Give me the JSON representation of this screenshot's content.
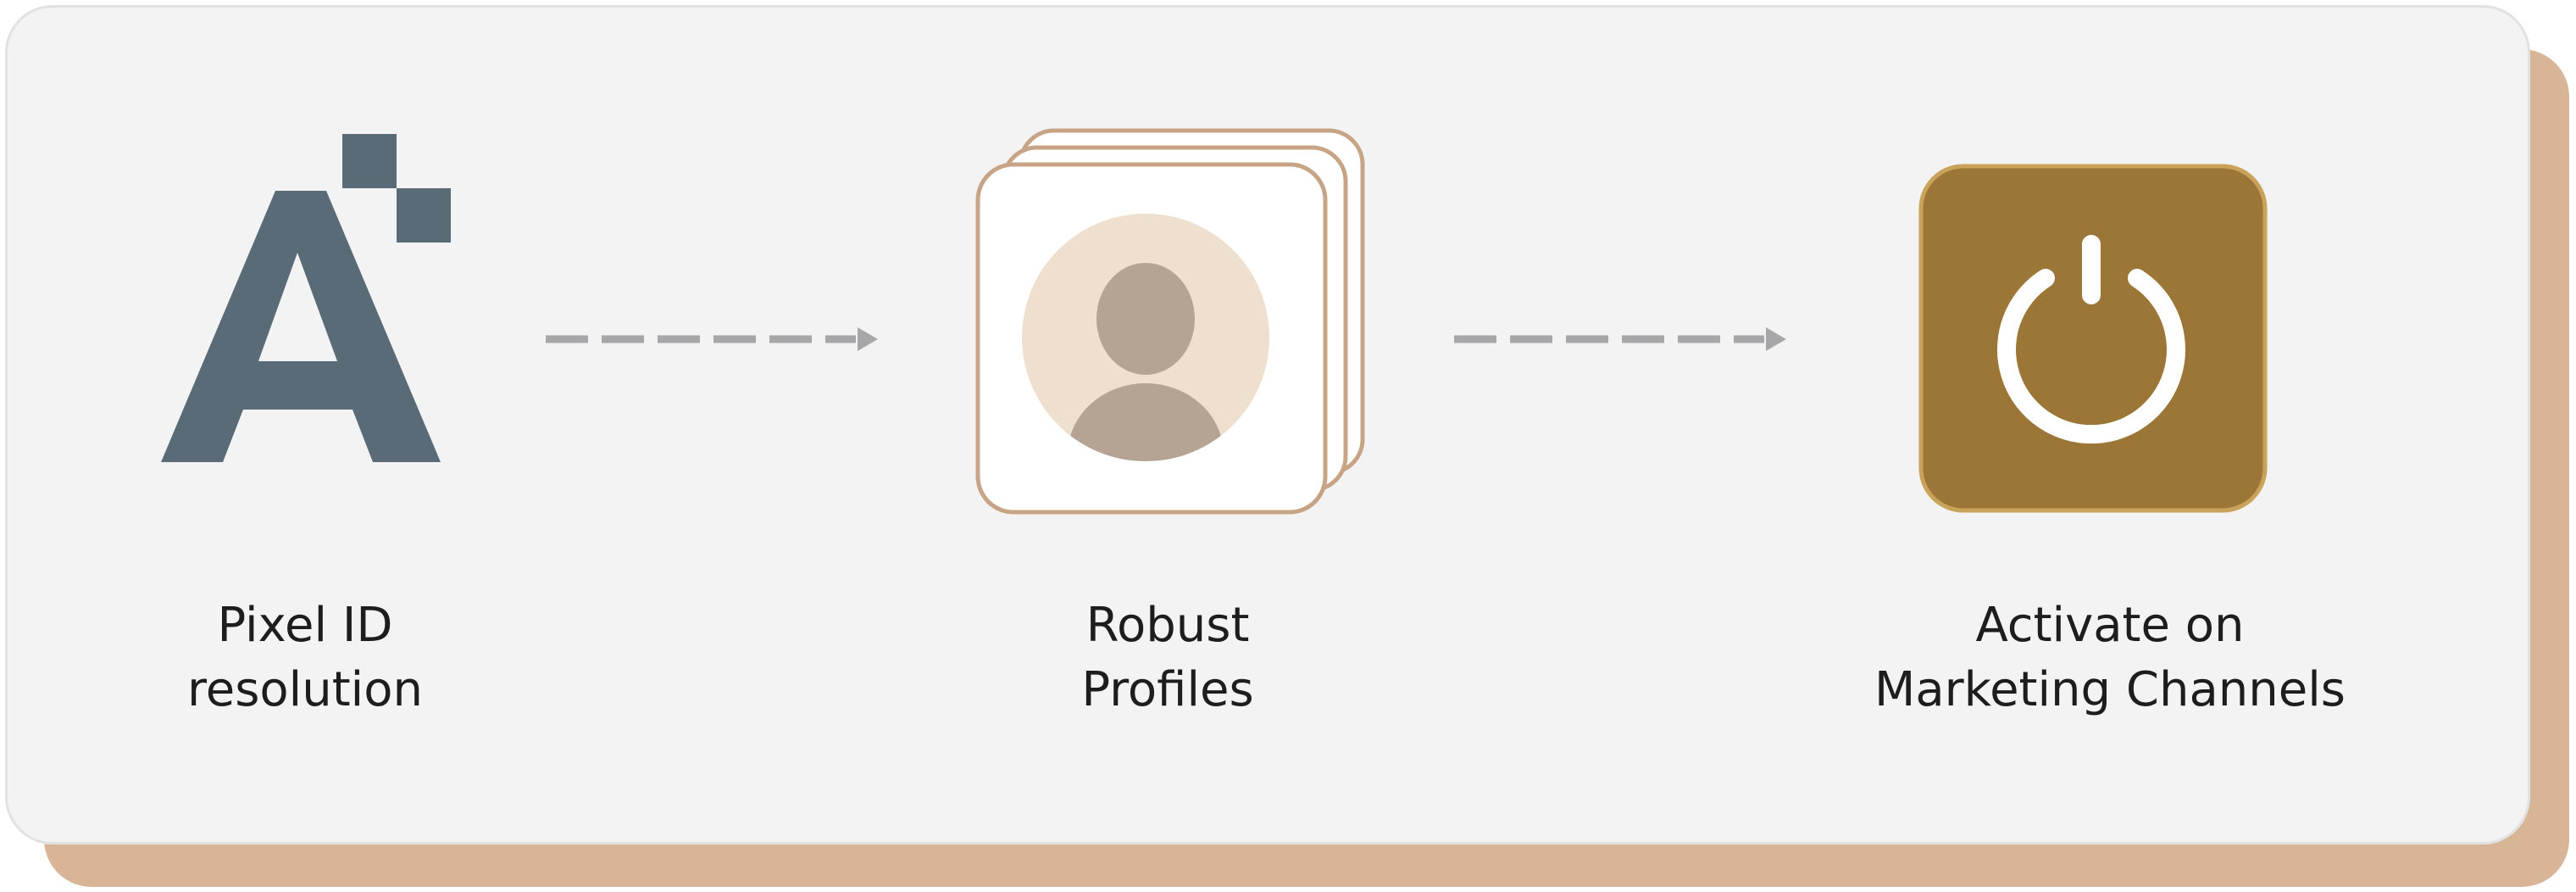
{
  "steps": [
    {
      "id": "pixel-id",
      "icon": "audience-a-logo-icon",
      "line1": "Pixel ID",
      "line2": "resolution"
    },
    {
      "id": "profiles",
      "icon": "profile-stack-icon",
      "line1": "Robust",
      "line2": "Profiles"
    },
    {
      "id": "activate",
      "icon": "power-button-icon",
      "line1": "Activate on",
      "line2": "Marketing Channels"
    }
  ],
  "connectors": [
    {
      "from": "pixel-id",
      "to": "profiles",
      "style": "dashed-arrow"
    },
    {
      "from": "profiles",
      "to": "activate",
      "style": "dashed-arrow"
    }
  ],
  "colors": {
    "card_bg": "#f3f3f3",
    "card_shadow": "#d8b596",
    "logo_slate": "#5a6b78",
    "arrow_gray": "#a7a7a9",
    "profile_outline": "#c8a486",
    "profile_circle": "#eedfcf",
    "avatar": "#b5a394",
    "power_tile": "#9c7636",
    "power_tile_border": "#c9a35a",
    "label_text": "#1d1d1d"
  }
}
